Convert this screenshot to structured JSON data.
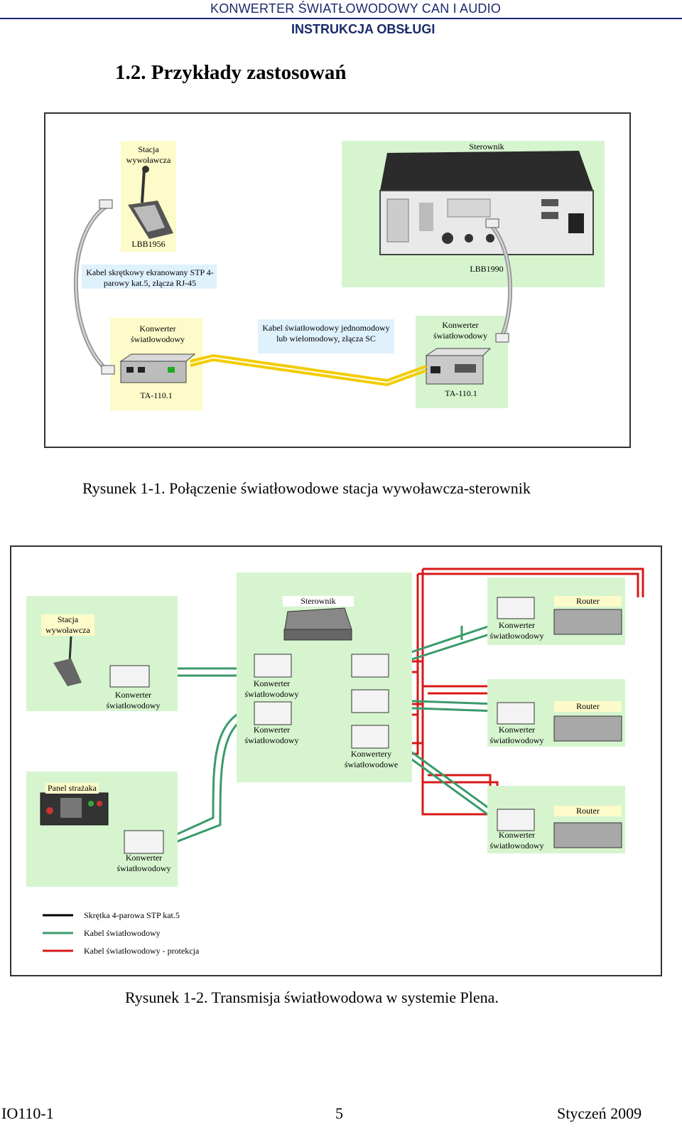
{
  "header": {
    "title": "KONWERTER ŚWIATŁOWODOWY CAN I AUDIO",
    "subtitle": "INSTRUKCJA OBSŁUGI"
  },
  "section_title": "1.2. Przykłady zastosowań",
  "figure1": {
    "stacja_wywolawcza": "Stacja wywoławcza",
    "sterownik": "Sterownik",
    "lbb1956": "LBB1956",
    "kabel_skretkowy": "Kabel skrętkowy ekranowany STP 4-parowy kat.5, złącza RJ-45",
    "lbb1990": "LBB1990",
    "konwerter_left": "Konwerter światłowodowy",
    "kabel_swiatlowodowy": "Kabel światłowodowy jednomodowy lub wielomodowy, złącza SC",
    "konwerter_right": "Konwerter światłowodowy",
    "ta_left": "TA-110.1",
    "ta_right": "TA-110.1",
    "caption": "Rysunek 1-1. Połączenie światłowodowe stacja wywoławcza-sterownik"
  },
  "figure2": {
    "sterownik": "Sterownik",
    "router1": "Router",
    "router2": "Router",
    "router3": "Router",
    "stacja_wywolawcza": "Stacja wywoławcza",
    "konwerter": "Konwerter światłowodowy",
    "konwertery": "Konwertery światłowodowe",
    "panel_strazaka": "Panel strażaka",
    "legend": [
      {
        "label": "Skrętka 4-parowa STP kat.5",
        "color": "#000000"
      },
      {
        "label": "Kabel światłowodowy",
        "color": "#3a9a6a"
      },
      {
        "label": "Kabel światłowodowy - protekcja",
        "color": "#d81818"
      }
    ],
    "caption": "Rysunek 1-2. Transmisja światłowodowa w systemie Plena."
  },
  "footer": {
    "doc_id": "IO110-1",
    "page": "5",
    "date": "Styczeń 2009"
  }
}
